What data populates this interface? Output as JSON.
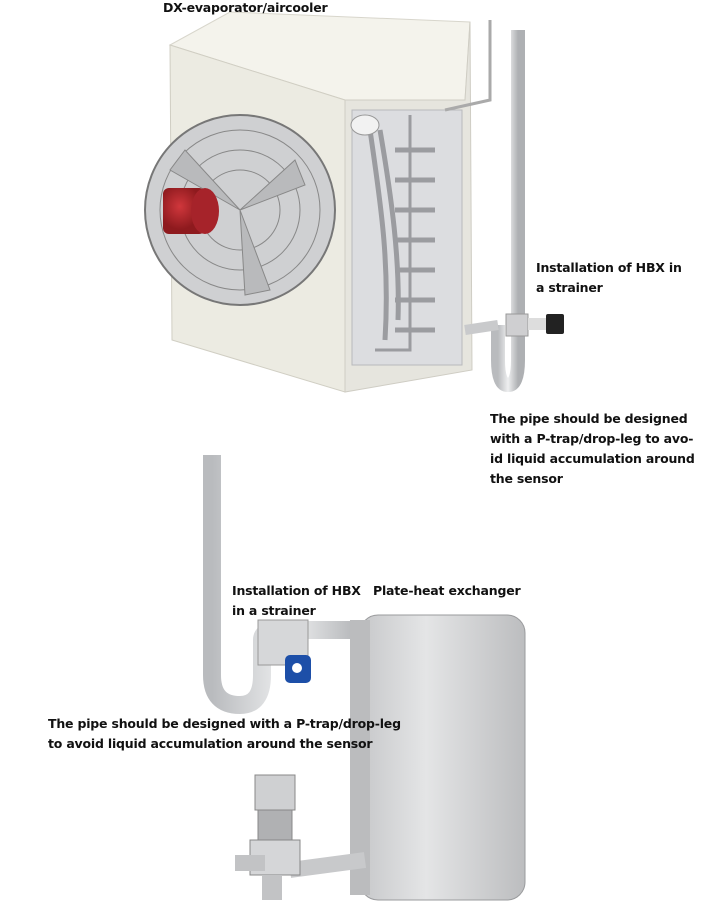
{
  "top_figure": {
    "title": "DX-evaporator/aircooler",
    "install_label": [
      "Installation of HBX in",
      "a strainer"
    ],
    "pipe_note": [
      "The pipe should be designed",
      "with a P-trap/drop-leg to avo-",
      "id liquid accumulation around",
      "the sensor"
    ]
  },
  "bottom_figure": {
    "install_label": [
      "Installation of HBX",
      "in a strainer"
    ],
    "exchanger_label": "Plate-heat exchanger",
    "pipe_note": [
      "The pipe should be designed with a P-trap/drop-leg",
      "to avoid liquid accumulation around the sensor"
    ]
  },
  "colors": {
    "housing": "#efeee6",
    "fan_hub": "#b3262b",
    "pipe": "#d9dadc",
    "sensor": "#1d4fa8"
  }
}
